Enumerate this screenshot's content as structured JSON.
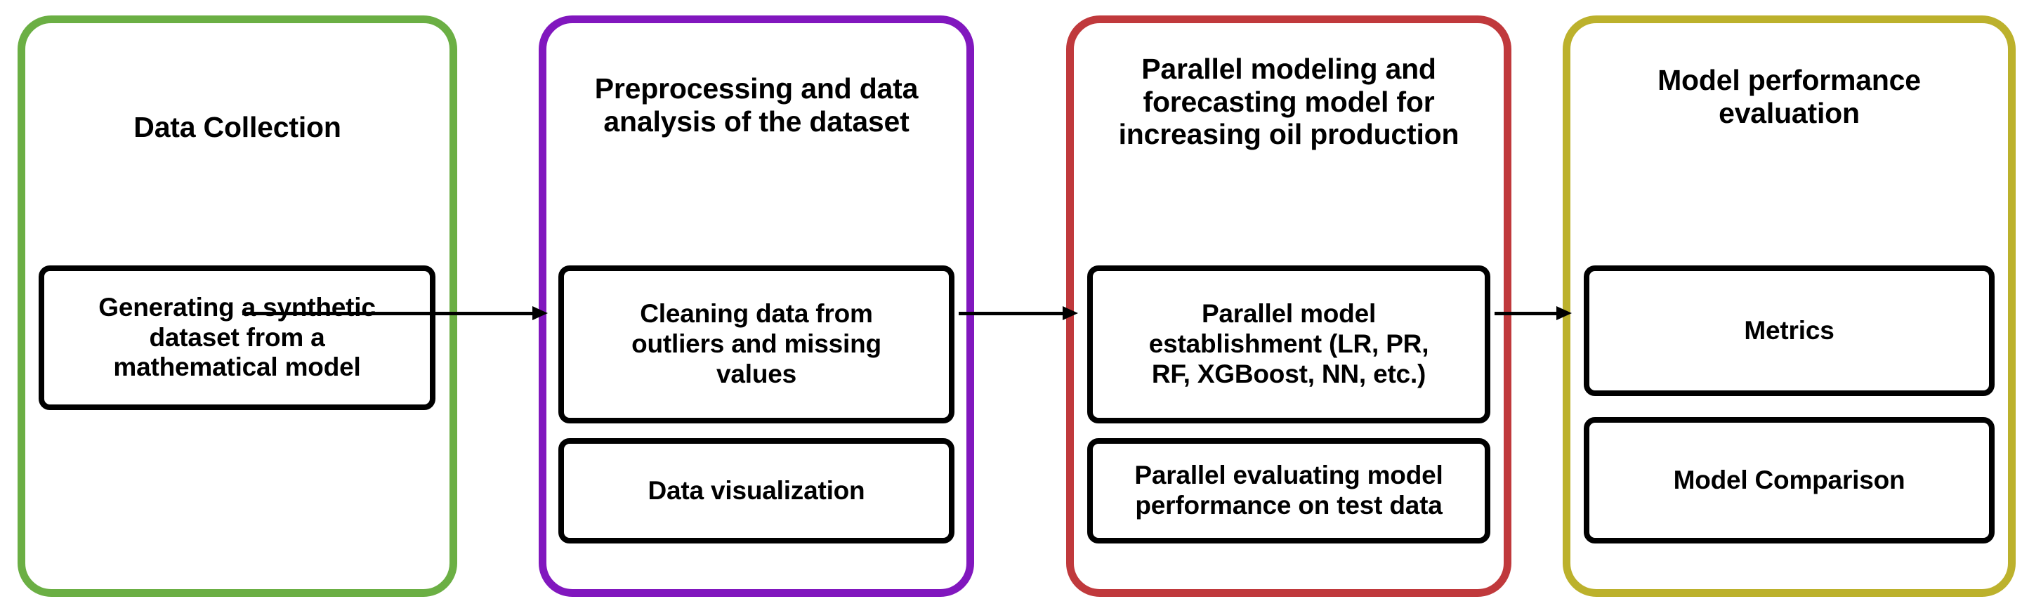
{
  "diagram": {
    "title": "Machine learning workflow pipeline for oil production forecasting",
    "type": "flowchart",
    "orientation": "left-to-right",
    "stages": [
      {
        "id": "data-collection",
        "title": "Data Collection",
        "border_color": "#6BAF44",
        "steps": [
          {
            "label": "Generating a synthetic\ndataset from a\nmathematical model"
          }
        ]
      },
      {
        "id": "preprocessing",
        "title": "Preprocessing and data\nanalysis of the dataset",
        "border_color": "#8117BE",
        "steps": [
          {
            "label": "Cleaning data from\noutliers and missing\nvalues"
          },
          {
            "label": "Data visualization"
          }
        ]
      },
      {
        "id": "parallel-modeling",
        "title": "Parallel modeling and\nforecasting model for\nincreasing oil production",
        "border_color": "#C0393C",
        "steps": [
          {
            "label": "Parallel model\nestablishment (LR, PR,\nRF, XGBoost, NN, etc.)"
          },
          {
            "label": "Parallel evaluating model\nperformance on test data"
          }
        ]
      },
      {
        "id": "model-performance-evaluation",
        "title": "Model performance\nevaluation",
        "border_color": "#BCB12C",
        "steps": [
          {
            "label": "Metrics"
          },
          {
            "label": "Model Comparison"
          }
        ]
      }
    ],
    "connectors": [
      {
        "id": "arrow-1",
        "from": "data-collection",
        "to": "preprocessing",
        "style": "solid-arrow",
        "color": "#000000"
      },
      {
        "id": "arrow-2",
        "from": "preprocessing",
        "to": "parallel-modeling",
        "style": "solid-arrow",
        "color": "#000000"
      },
      {
        "id": "arrow-3",
        "from": "parallel-modeling",
        "to": "model-performance-evaluation",
        "style": "solid-arrow",
        "color": "#000000"
      }
    ],
    "colors": {
      "background": "#FFFFFF",
      "text": "#000000",
      "subbox_border": "#000000",
      "stage_1_border": "#6BAF44",
      "stage_2_border": "#8117BE",
      "stage_3_border": "#C0393C",
      "stage_4_border": "#BCB12C"
    }
  }
}
